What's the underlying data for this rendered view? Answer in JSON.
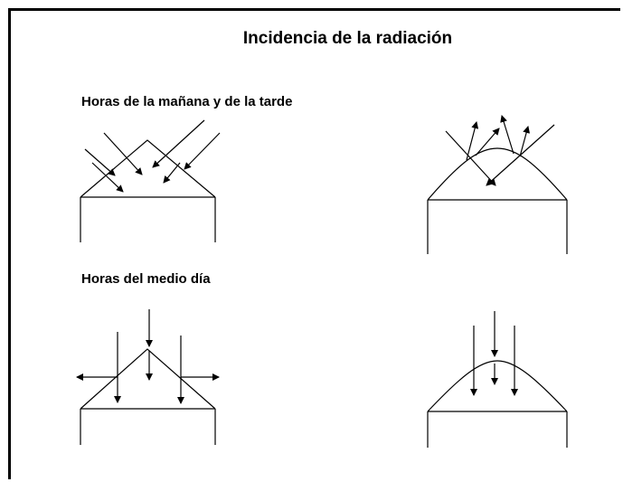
{
  "slide": {
    "title": "Incidencia de la radiación",
    "sections": [
      {
        "label": "Horas de la mañana y de la tarde"
      },
      {
        "label": "Horas del medio día"
      }
    ]
  },
  "colors": {
    "background": "#ffffff",
    "ink": "#000000"
  }
}
